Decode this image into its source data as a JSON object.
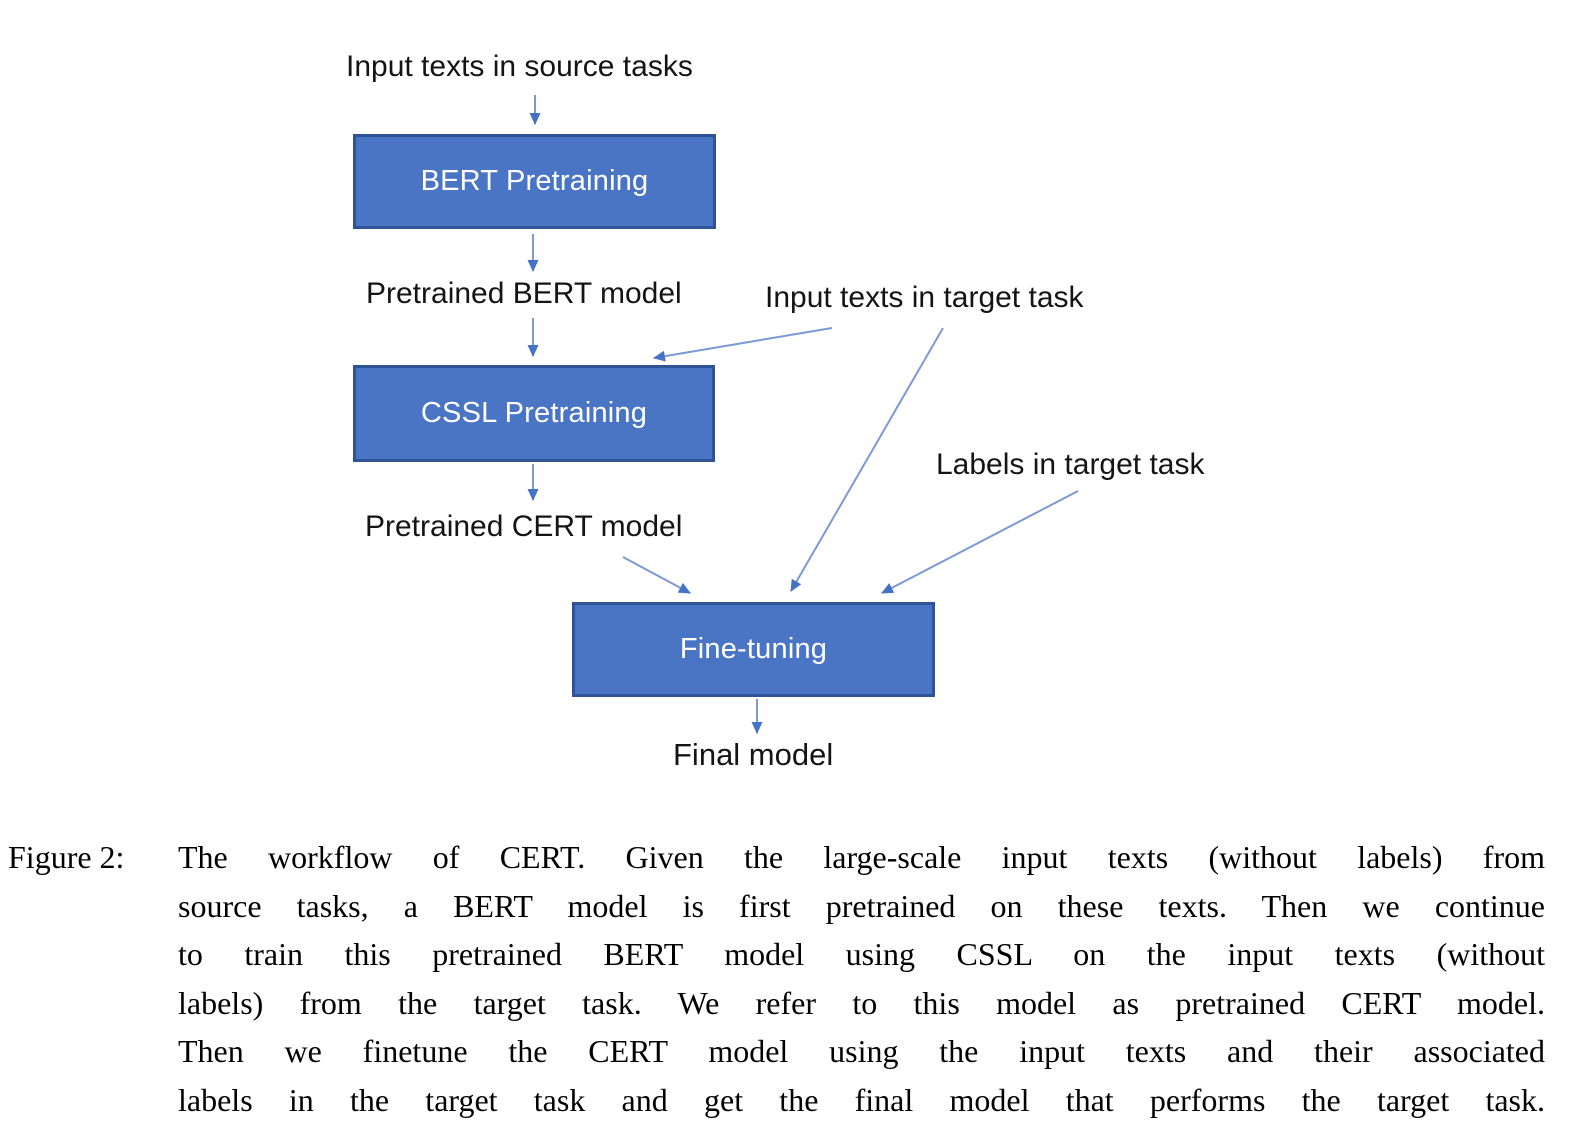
{
  "figure": {
    "diagram": {
      "nodes": [
        {
          "id": "bert",
          "label": "BERT Pretraining"
        },
        {
          "id": "cssl",
          "label": "CSSL Pretraining"
        },
        {
          "id": "finetune",
          "label": "Fine-tuning"
        }
      ],
      "labels": [
        {
          "id": "input-source",
          "text": "Input texts in source tasks"
        },
        {
          "id": "pretrained-bert",
          "text": "Pretrained BERT model"
        },
        {
          "id": "input-target",
          "text": "Input texts in target task"
        },
        {
          "id": "pretrained-cert",
          "text": "Pretrained CERT model"
        },
        {
          "id": "labels-target",
          "text": "Labels in target task"
        },
        {
          "id": "final-model",
          "text": "Final model"
        }
      ],
      "edges": [
        {
          "from": "input-source",
          "to": "bert"
        },
        {
          "from": "bert",
          "to": "pretrained-bert"
        },
        {
          "from": "pretrained-bert",
          "to": "cssl"
        },
        {
          "from": "input-target",
          "to": "cssl"
        },
        {
          "from": "cssl",
          "to": "pretrained-cert"
        },
        {
          "from": "pretrained-cert",
          "to": "finetune"
        },
        {
          "from": "input-target",
          "to": "finetune"
        },
        {
          "from": "labels-target",
          "to": "finetune"
        },
        {
          "from": "finetune",
          "to": "final-model"
        }
      ],
      "colors": {
        "box_fill": "#4A74C4",
        "box_border": "#2F5496",
        "box_text": "#FFFFFF",
        "arrow_stem": "#7B99D3",
        "arrow_head": "#4472C4",
        "label_text": "#141414"
      }
    },
    "caption": {
      "label": "Figure 2:",
      "lines": [
        "The workflow of CERT. Given the large-scale input texts (without labels) from",
        "source tasks, a BERT model is first pretrained on these texts. Then we continue",
        "to train this pretrained BERT model using CSSL on the input texts (without",
        "labels) from the target task. We refer to this model as pretrained CERT model.",
        "Then we finetune the CERT model using the input texts and their associated",
        "labels in the target task and get the final model that performs the target task."
      ]
    }
  }
}
